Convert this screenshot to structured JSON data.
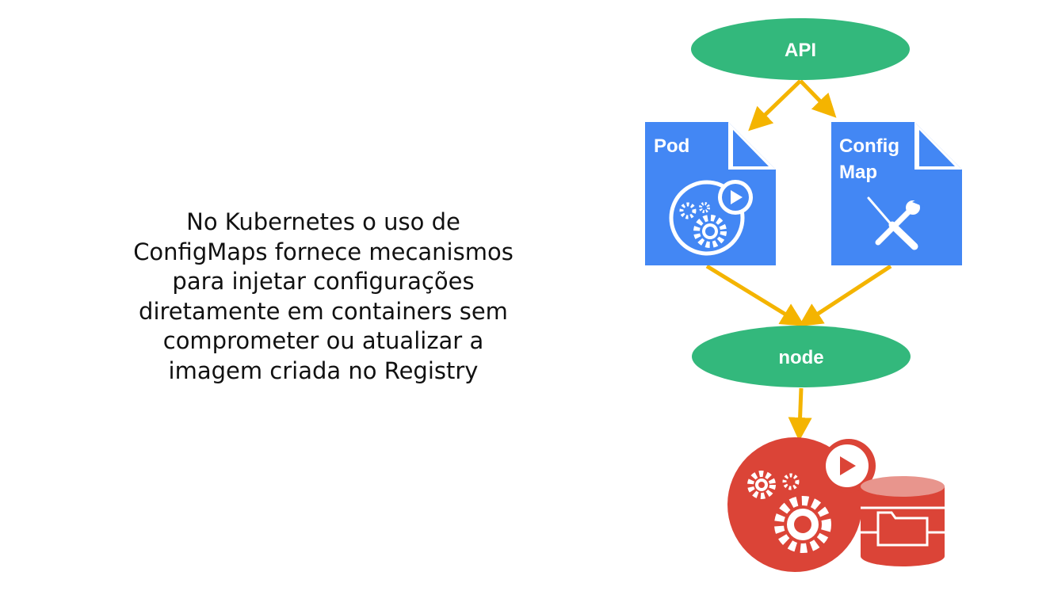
{
  "caption": "No Kubernetes o uso de\nConfigMaps fornece mecanismos\npara injetar configurações\ndiretamente em containers sem\ncomprometer ou atualizar a\nimagem criada no Registry",
  "diagram": {
    "api_label": "API",
    "pod_label": "Pod",
    "configmap_label_line1": "Config",
    "configmap_label_line2": "Map",
    "node_label": "node"
  },
  "colors": {
    "green": "#33b87c",
    "blue": "#4387f4",
    "red": "#db4437",
    "light_red": "#e8958d",
    "arrow": "#f4b400"
  },
  "icons": [
    "gears-play-icon",
    "wrench-screwdriver-icon",
    "container-gears-icon",
    "storage-folder-icon"
  ]
}
